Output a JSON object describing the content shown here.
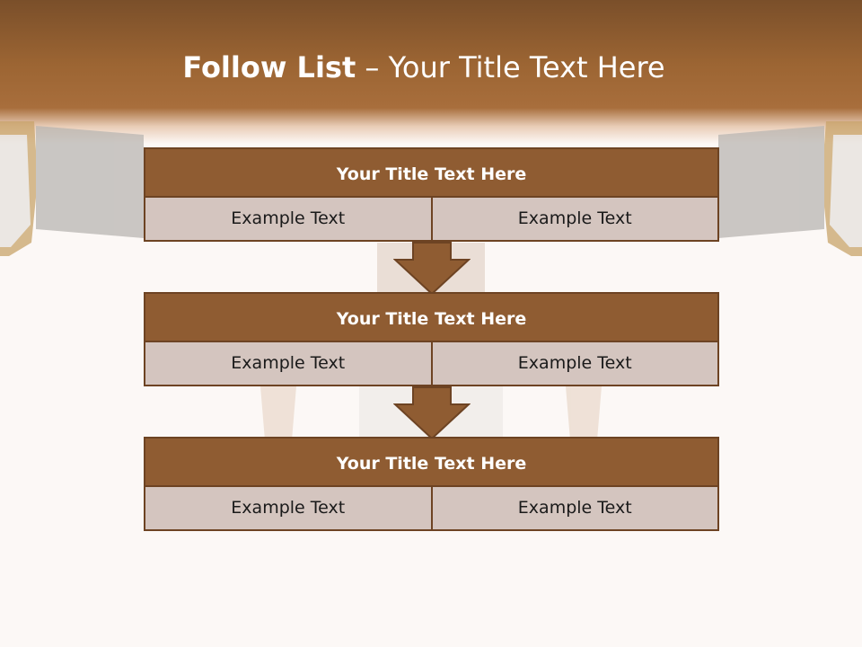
{
  "slide": {
    "title_bold": "Follow List",
    "title_rest": "– Your Title Text Here"
  },
  "blocks": [
    {
      "title": "Your Title Text Here",
      "left": "Example Text",
      "right": "Example Text"
    },
    {
      "title": "Your Title Text Here",
      "left": "Example Text",
      "right": "Example Text"
    },
    {
      "title": "Your Title Text Here",
      "left": "Example Text",
      "right": "Example Text"
    }
  ],
  "colors": {
    "header_brown": "#9c6533",
    "block_title_fill": "#8f5c32",
    "block_border": "#6d4323",
    "cell_fill": "#d4c5bf",
    "arrow_fill": "#8f5c32"
  },
  "icons": {
    "connector": "down-arrow-icon"
  }
}
